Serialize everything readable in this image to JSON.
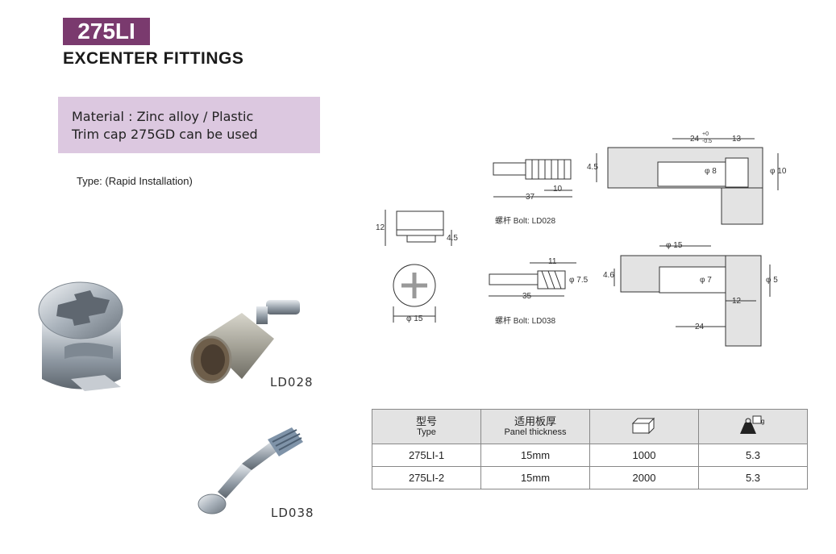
{
  "header": {
    "code": "275LI",
    "title": "EXCENTER FITTINGS"
  },
  "material": {
    "line1": "Material : Zinc alloy / Plastic",
    "line2": "Trim cap 275GD can be used"
  },
  "type_line": "Type:  (Rapid Installation)",
  "photos": {
    "label1": "LD028",
    "label2": "LD038"
  },
  "bolt_labels": {
    "ld028": "螺杆  Bolt: LD028",
    "ld038": "螺杆  Bolt: LD038"
  },
  "dimensions": {
    "cam": {
      "height": "12",
      "offset": "4.5",
      "diameter": "φ 15"
    },
    "ld028": {
      "length": "37",
      "shank": "10",
      "thread": "4.5",
      "hole": "φ 8",
      "bore": "φ 10",
      "drill": "24",
      "drill_tol_top": "+0",
      "drill_tol_bot": "-0.5",
      "edge": "13"
    },
    "ld038": {
      "length": "35",
      "shank": "11",
      "diameter": "φ 7.5",
      "thread": "4.6",
      "cam_d": "φ 15",
      "hole": "φ 7",
      "bore": "φ 5",
      "edge": "12",
      "drill": "24"
    }
  },
  "table": {
    "headers": [
      {
        "cn": "型号",
        "en": "Type"
      },
      {
        "cn": "适用板厚",
        "en": "Panel thickness"
      },
      {
        "icon": "box-icon"
      },
      {
        "icon": "weight-icon"
      }
    ],
    "rows": [
      {
        "type": "275LI-1",
        "panel": "15mm",
        "qty": "1000",
        "weight": "5.3"
      },
      {
        "type": "275LI-2",
        "panel": "15mm",
        "qty": "2000",
        "weight": "5.3"
      }
    ],
    "weight_unit": "g"
  },
  "colors": {
    "badge": "#7a3a6e",
    "material_bg": "#dcc8e0",
    "table_header": "#e3e3e3"
  }
}
